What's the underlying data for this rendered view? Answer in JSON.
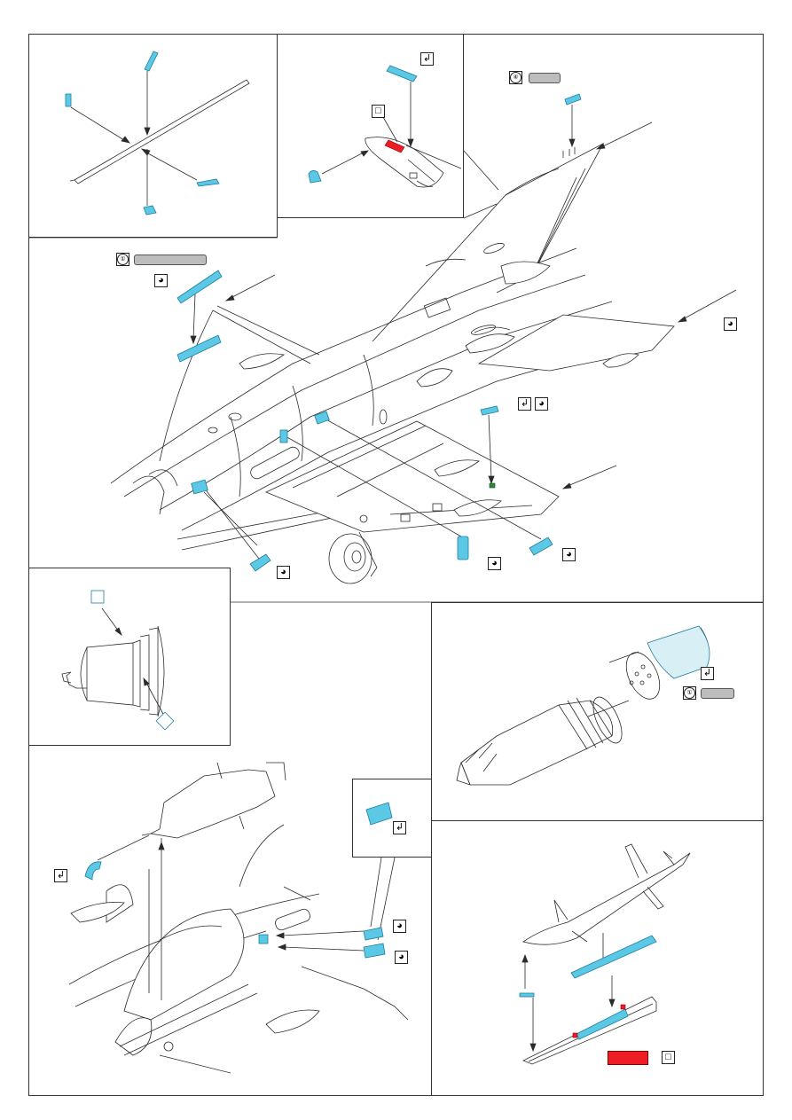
{
  "colors": {
    "photo_etch": "#5bc8e6",
    "photo_etch_dark": "#1e7ea0",
    "line": "#2b2b2b",
    "paint_red": "#ee1c25",
    "label_grey": "#bdbdbd"
  },
  "icons": {
    "bend": "bend-arrow-icon",
    "remove": "remove-plastic-icon",
    "paint": "paint-icon",
    "part_number": "part-number-badge-icon"
  },
  "badges": {
    "top_center_badge": "④",
    "left_badge": "①",
    "rocket_badge": "①"
  },
  "panels": [
    {
      "id": "antenna-detail"
    },
    {
      "id": "nose-detail"
    },
    {
      "id": "aircraft-overview"
    },
    {
      "id": "engine-nozzle-detail"
    },
    {
      "id": "rocket-pod-detail"
    },
    {
      "id": "cockpit-tank-detail"
    },
    {
      "id": "missile-pylon-detail"
    }
  ]
}
